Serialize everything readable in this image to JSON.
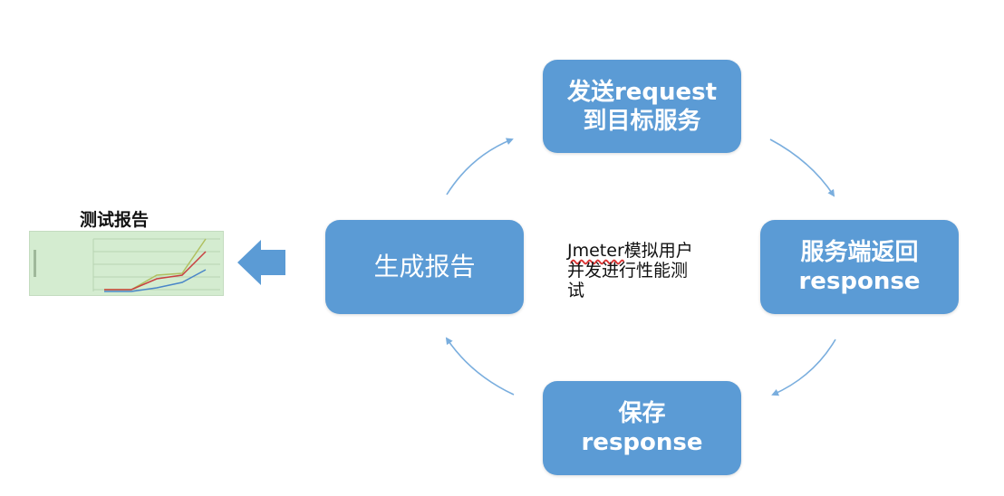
{
  "nodes": {
    "send": {
      "line1": "发送request",
      "line2": "到目标服务"
    },
    "response": {
      "line1": "服务端返回",
      "line2": "response"
    },
    "save": {
      "line1": "保存",
      "line2": "response"
    },
    "generate": {
      "line1": "生成报告"
    }
  },
  "center_label": {
    "jmeter": "Jmeter",
    "rest1": "模拟用户",
    "line2": "并发进行性能测",
    "line3": "试"
  },
  "report": {
    "title": "测试报告"
  },
  "colors": {
    "box": "#5b9bd5",
    "arrow": "#5b9bd5",
    "curved_arrow": "#7aaede"
  }
}
